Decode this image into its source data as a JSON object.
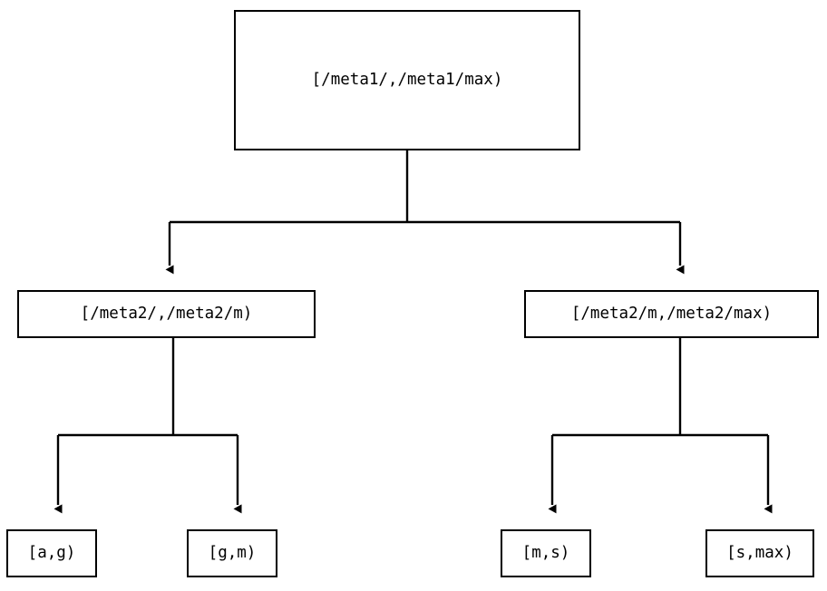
{
  "diagram": {
    "type": "tree",
    "orientation": "top-down",
    "edge_style": "orthogonal",
    "arrowhead": "solid-triangle",
    "colors": {
      "background": "#ffffff",
      "box_border": "#000000",
      "box_fill": "#ffffff",
      "text": "#000000",
      "connector": "#000000"
    },
    "nodes": {
      "root": {
        "label": "[/meta1/,/meta1/max)"
      },
      "mid_left": {
        "label": "[/meta2/,/meta2/m)"
      },
      "mid_right": {
        "label": "[/meta2/m,/meta2/max)"
      },
      "leaf_ag": {
        "label": "[a,g)"
      },
      "leaf_gm": {
        "label": "[g,m)"
      },
      "leaf_ms": {
        "label": "[m,s)"
      },
      "leaf_smax": {
        "label": "[s,max)"
      }
    },
    "edges": [
      {
        "from": "root",
        "to": "mid_left"
      },
      {
        "from": "root",
        "to": "mid_right"
      },
      {
        "from": "mid_left",
        "to": "leaf_ag"
      },
      {
        "from": "mid_left",
        "to": "leaf_gm"
      },
      {
        "from": "mid_right",
        "to": "leaf_ms"
      },
      {
        "from": "mid_right",
        "to": "leaf_smax"
      }
    ]
  }
}
